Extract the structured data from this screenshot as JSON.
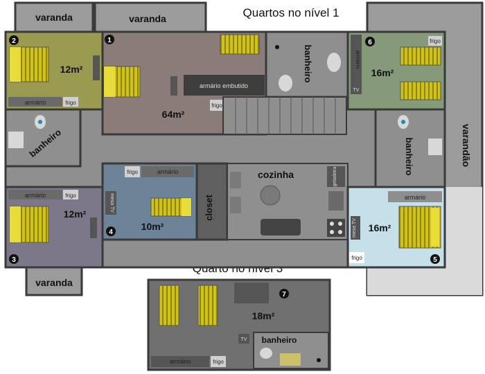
{
  "titles": {
    "level1": "Quartos no nível 1",
    "level3": "Quarto no nível 3"
  },
  "labels": {
    "varanda": "varanda",
    "varandao": "varandão",
    "banheiro": "banheiro",
    "cozinha": "cozinha",
    "closet": "closet",
    "armario": "armário",
    "armario_embutido": "armário embutido",
    "frigo": "frigo",
    "tv": "TV",
    "mesa_tv": "mesa TV",
    "geladeira": "geladeira"
  },
  "rooms": {
    "r1": {
      "number": "1",
      "area": "64m²"
    },
    "r2": {
      "number": "2",
      "area": "12m²"
    },
    "r3": {
      "number": "3",
      "area": "12m²"
    },
    "r4": {
      "number": "4",
      "area": "10m²"
    },
    "r5": {
      "number": "5",
      "area": "16m²"
    },
    "r6": {
      "number": "6",
      "area": "16m²"
    },
    "r7": {
      "number": "7",
      "area": "18m²"
    }
  },
  "colors": {
    "wall": "#3a3a3a",
    "hall": "#8f8f8f",
    "room1": "#8a7c78",
    "room2": "#9a9a50",
    "room3": "#7d7889",
    "room4": "#6d8397",
    "room5": "#c6e0ea",
    "room6": "#859a78",
    "bath": "#8f8f8f",
    "bed": "#cfc21c",
    "veranda": "#9b9b9b",
    "deck": "#dadada"
  }
}
